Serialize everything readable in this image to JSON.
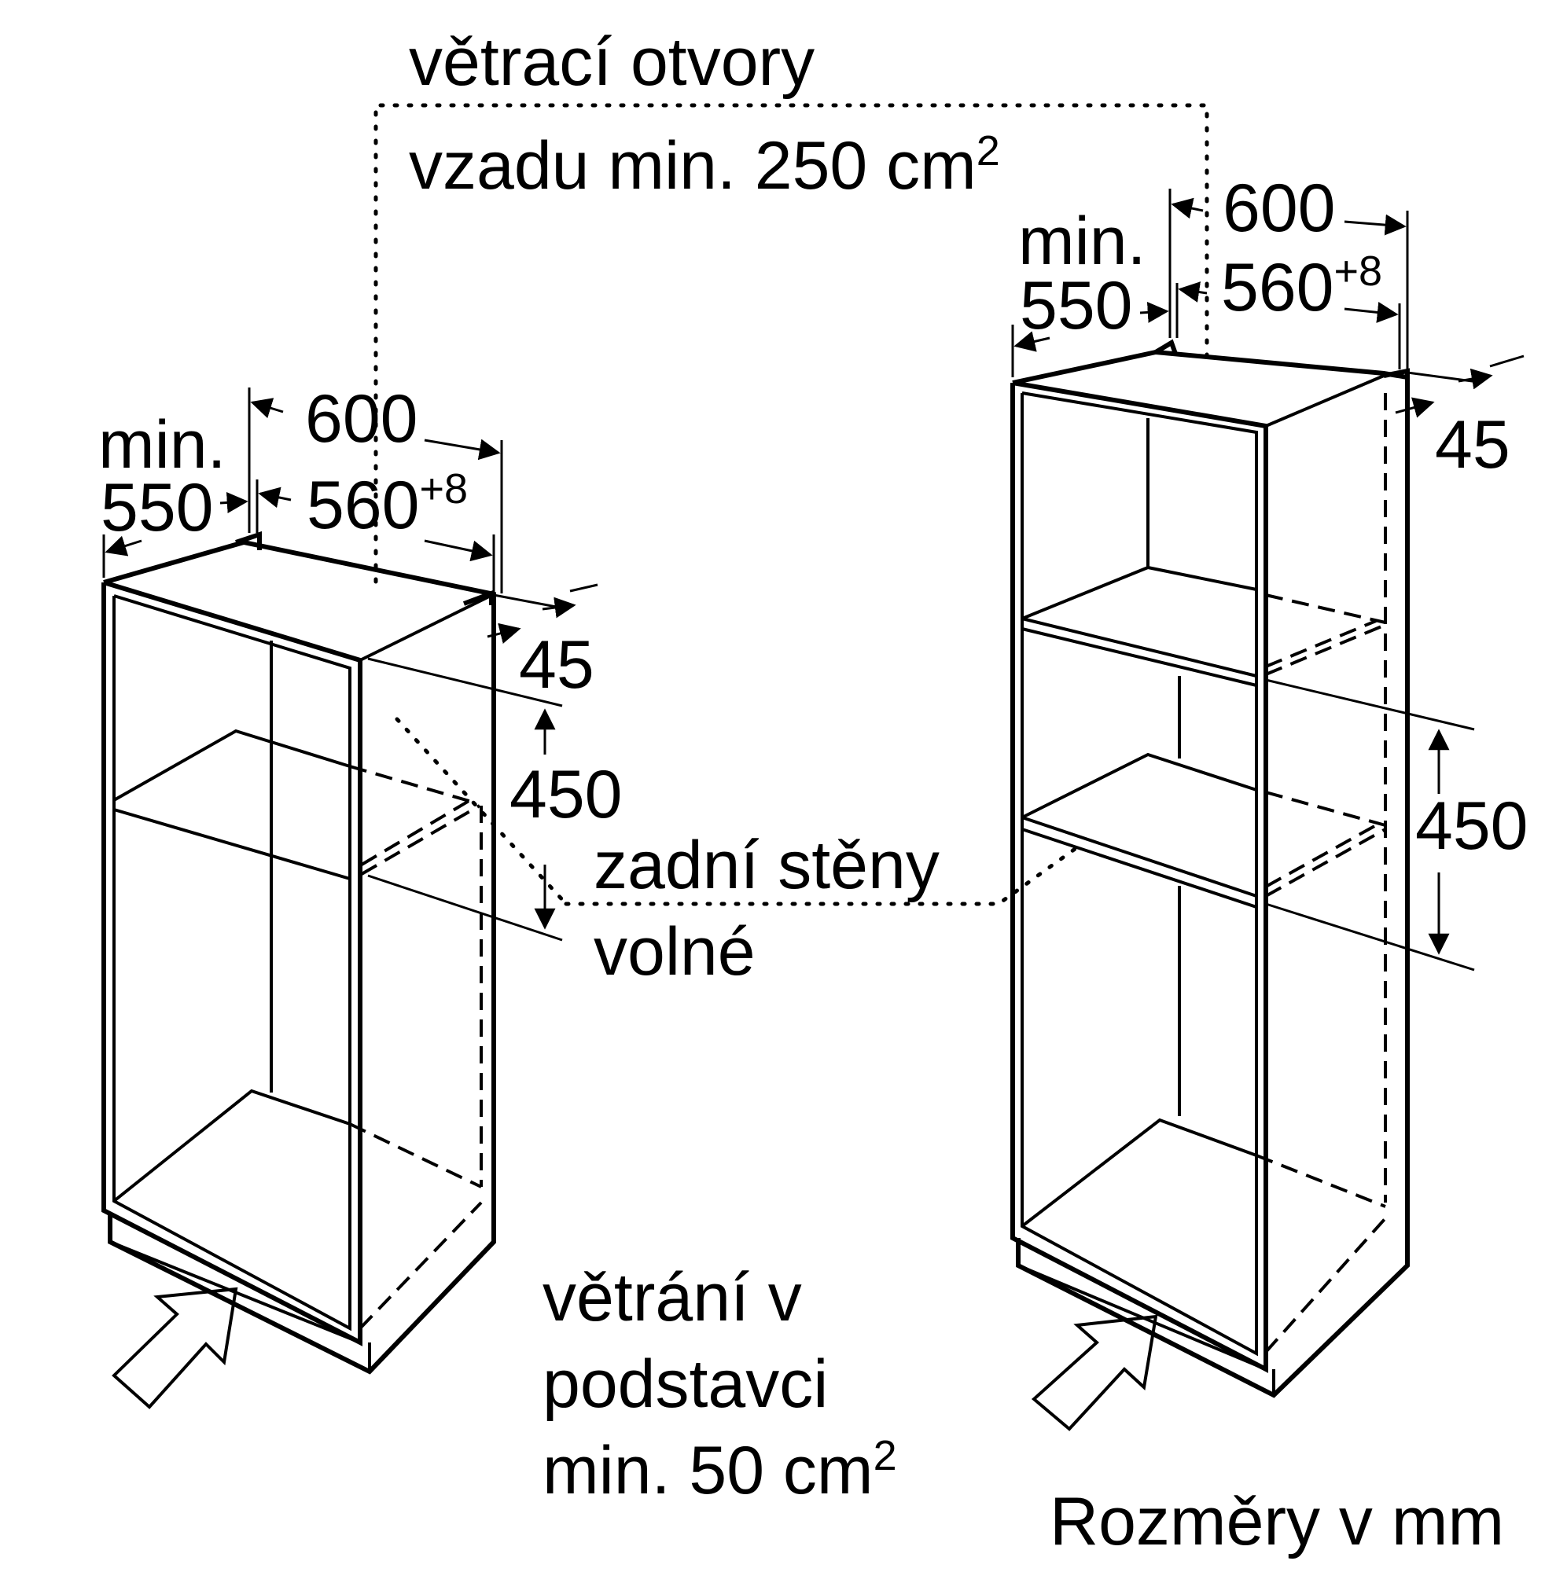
{
  "labels": {
    "rear_vents_line1": "větrací otvory",
    "rear_vents_line2": "vzadu min. 250 cm",
    "rear_vents_exp": "2",
    "back_walls_line1": "zadní stěny",
    "back_walls_line2": "volné",
    "base_vent_line1": "větrání v",
    "base_vent_line2": "podstavci",
    "base_vent_line3": "min. 50 cm",
    "base_vent_exp": "2",
    "units_note": "Rozměry v mm"
  },
  "left_cabinet": {
    "depth_min_label": "min.",
    "depth_min_value": "550",
    "outer_width": "600",
    "niche_width": "560",
    "niche_tolerance": "+8",
    "top_offset": "45",
    "niche_height": "450"
  },
  "right_cabinet": {
    "depth_min_label": "min.",
    "depth_min_value": "550",
    "outer_width": "600",
    "niche_width": "560",
    "niche_tolerance": "+8",
    "top_offset": "45",
    "niche_height": "450"
  },
  "icons": [
    "arrow-hollow-icon",
    "arrow-hollow-icon"
  ],
  "colors": {
    "line": "#000000",
    "background": "#ffffff"
  }
}
